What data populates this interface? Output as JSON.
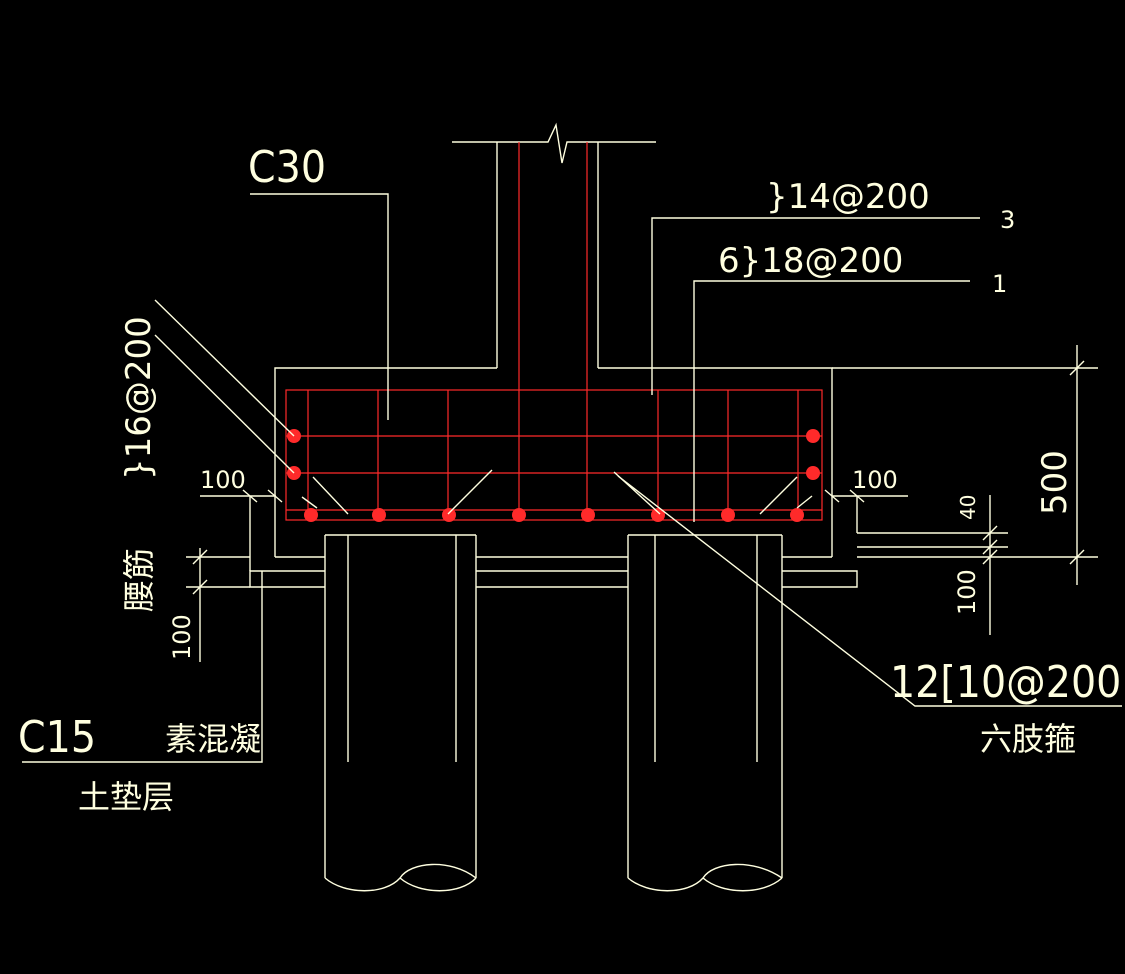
{
  "labels": {
    "concrete_grade": "C30",
    "bar_top": "}14@200",
    "bar_top_index": "3",
    "bar_bottom": "6}18@200",
    "bar_bottom_index": "1",
    "side_bar": "}16@200",
    "waist_bar": "腰筋",
    "dim_left_100": "100",
    "dim_right_100": "100",
    "dim_height": "500",
    "dim_cover": "40",
    "dim_right_pad": "100",
    "dim_left_pad": "100",
    "stirrup": "12[10@200",
    "stirrup_type": "六肢箍",
    "pad_grade": "C15",
    "pad_material": "素混凝",
    "pad_layer": "土垫层"
  }
}
